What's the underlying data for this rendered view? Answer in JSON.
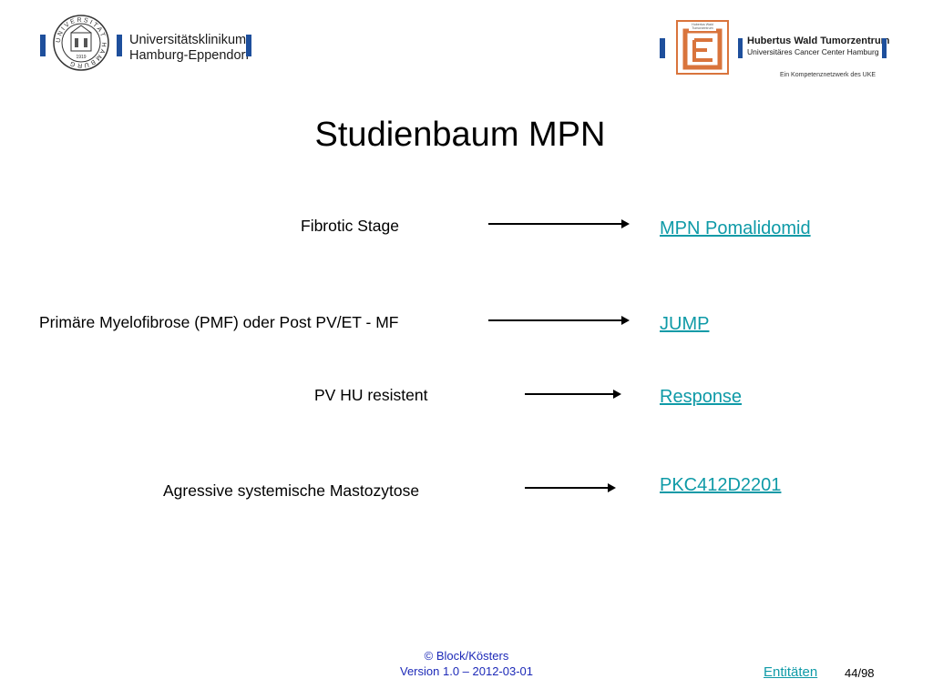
{
  "header": {
    "uke_logo": {
      "name_line1": "Universitätsklinikum",
      "name_line2": "Hamburg-Eppendorf",
      "seal_text": "UNIVERSITAT HAMBURG",
      "seal_year": "1919"
    },
    "hw_logo": {
      "mark_text_line1": "Hubertus Wald",
      "mark_text_line2": "Tumorzentrum",
      "name_line1": "Hubertus Wald Tumorzentrum",
      "name_line2": "Universitäres Cancer Center Hamburg",
      "tagline": "Ein Kompetenznetzwerk des UKE",
      "accent_color": "#d9743c"
    }
  },
  "slide": {
    "title": "Studienbaum MPN",
    "rows": [
      {
        "label": "Fibrotic Stage",
        "study": "MPN Pomalidomid"
      },
      {
        "label": "Primäre Myelofibrose (PMF) oder  Post PV/ET - MF",
        "study": "JUMP"
      },
      {
        "label": "PV HU resistent",
        "study": "Response"
      },
      {
        "label": "Agressive systemische Mastozytose",
        "study": "PKC412D2201"
      }
    ]
  },
  "footer": {
    "copyright": "© Block/Kösters",
    "version": "Version 1.0 – 2012-03-01",
    "nav_link": "Entitäten",
    "page": "44/98"
  },
  "colors": {
    "link": "#0e9aa7",
    "footer_text": "#1d2ab8",
    "uke_blue": "#1e4f9c"
  }
}
